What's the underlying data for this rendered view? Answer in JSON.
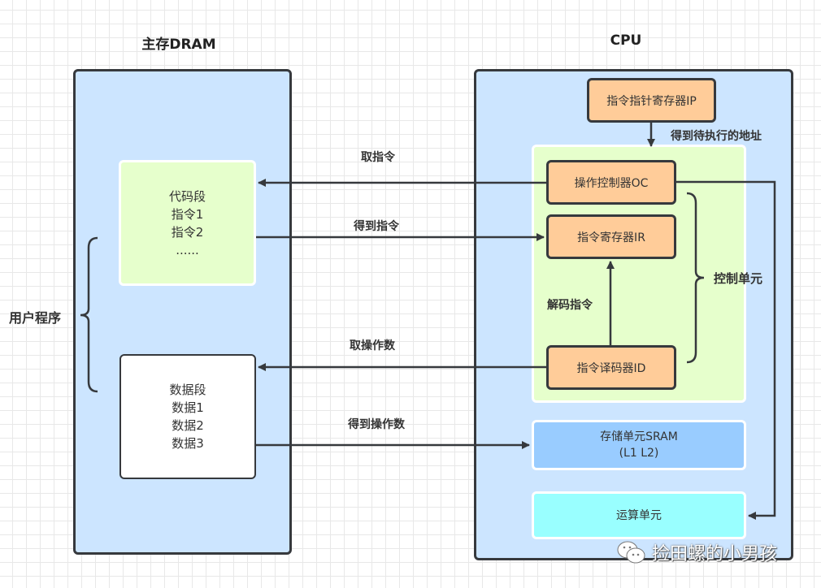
{
  "dram": {
    "title": "主存DRAM",
    "code_segment": {
      "lines": [
        "代码段",
        "指令1",
        "指令2",
        "......"
      ]
    },
    "data_segment": {
      "lines": [
        "数据段",
        "数据1",
        "数据2",
        "数据3"
      ]
    },
    "brace_label": "用户程序"
  },
  "cpu": {
    "title": "CPU",
    "ip_register": "指令指针寄存器IP",
    "ip_arrow_label": "得到待执行的地址",
    "oc": "操作控制器OC",
    "ir": "指令寄存器IR",
    "id": "指令译码器ID",
    "decode_label": "解码指令",
    "control_unit_label": "控制单元",
    "sram": {
      "lines": [
        "存储单元SRAM",
        "(L1 L2)"
      ]
    },
    "alu": "运算单元"
  },
  "arrows": {
    "fetch_instruction": "取指令",
    "get_instruction": "得到指令",
    "fetch_operand": "取操作数",
    "get_operand": "得到操作数"
  },
  "watermark": {
    "icon": "wechat-icon",
    "text": "捡田螺的小男孩"
  }
}
